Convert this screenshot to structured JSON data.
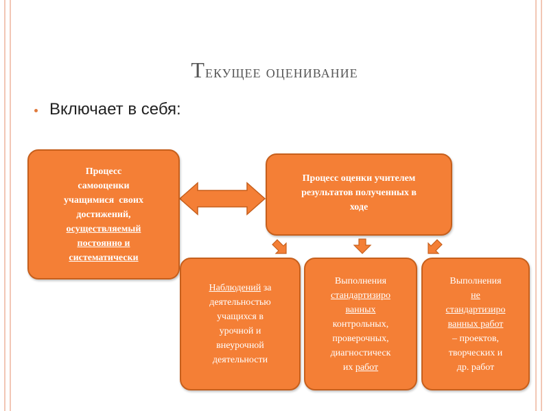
{
  "slide": {
    "title_first_letter": "Т",
    "title_rest": "екущее оценивание",
    "bullet": "Включает в себя:"
  },
  "boxes": {
    "left": {
      "line1": "Процесс",
      "line2": "самооценки",
      "line3": "учащимися  своих",
      "line4": "достижений,",
      "line5": "осуществляемый",
      "line6": "постоянно и",
      "line7": "систематически"
    },
    "right": {
      "line1": "Процесс оценки учителем",
      "line2": "результатов полученных в",
      "line3": "ходе"
    },
    "b1": {
      "underlined": "Наблюдений",
      "after": " за",
      "line2": "деятельностью",
      "line3": "учащихся в",
      "line4": "урочной и",
      "line5": "внеурочной",
      "line6": "деятельности"
    },
    "b2": {
      "line1": "Выполнения",
      "line2": "стандартизиро",
      "line3": "ванных",
      "line4": "контрольных,",
      "line5": "проверочных,",
      "line6": "диагностическ",
      "line7_pre": "их ",
      "line7_u": "работ"
    },
    "b3": {
      "line1": "Выполнения",
      "line2": "не",
      "line3": "стандартизиро",
      "line4": "ванных работ",
      "line5": "– проектов,",
      "line6": "творческих и",
      "line7": "др. работ"
    }
  },
  "colors": {
    "box_fill": "#f47f36",
    "box_border": "#c65f1c",
    "frame": "#f2c6b4",
    "title": "#555555"
  }
}
